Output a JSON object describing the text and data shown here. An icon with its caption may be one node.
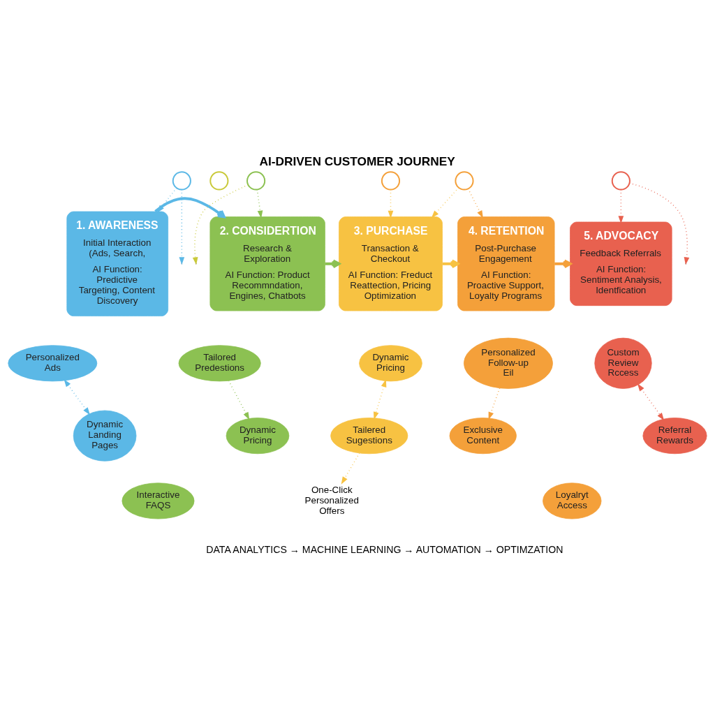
{
  "diagram": {
    "title": "AI-DRIVEN CUSTOMER JOURNEY",
    "nodes": [
      {
        "text": [
          "1. AWARENESS",
          "Initial Interaction (Ads, Search,",
          "AI Function: Predictive Targeting, Content Discovery"
        ]
      },
      {
        "text": [
          "2. CONSIDERTION",
          "Research & Exploration",
          "AI Function: Product Recommndation, Engines, Chatbots"
        ]
      },
      {
        "text": [
          "3. PURCHASE",
          "Transaction & Checkout",
          "AI Function: Freduct Reattection, Pricing Optimization"
        ]
      },
      {
        "text": [
          "4. RETENTION",
          "Post-Purchase Engagement",
          "AI Function: Proactive Support, Loyalty Programs"
        ]
      },
      {
        "text": [
          "5. ADVOCACY",
          "Feedback Referrals",
          "AI Function: Sentiment Analysis, Identfication"
        ]
      },
      {
        "text": [],
        "shape": "circle"
      },
      {
        "text": [],
        "shape": "circle"
      },
      {
        "text": [],
        "shape": "circle"
      },
      {
        "text": [],
        "shape": "circle"
      },
      {
        "text": [],
        "shape": "circle"
      },
      {
        "text": [],
        "shape": "circle"
      },
      {
        "text": [
          "Personalized Ads"
        ]
      },
      {
        "text": [
          "Dynamic Landing Pages"
        ]
      },
      {
        "text": [
          "Tailored Predestions"
        ]
      },
      {
        "text": [
          "Dynamic Pricing"
        ]
      },
      {
        "text": [
          "Interactive FAQS"
        ]
      },
      {
        "text": [
          "Dynamic Pricing"
        ]
      },
      {
        "text": [
          "Tailered Sugestions"
        ]
      },
      {
        "text": [
          "One-Click Personalized Offers"
        ]
      },
      {
        "text": [
          "Personalized Follow-up Eil"
        ]
      },
      {
        "text": [
          "Loyalryt Access"
        ]
      },
      {
        "text": [
          "Exclusive Content"
        ]
      },
      {
        "text": [
          "Custom Review Rccess"
        ]
      },
      {
        "text": [
          "Referral Rewards"
        ]
      }
    ],
    "edges": [
      {
        "from": 5,
        "to": 0,
        "arrow": "to",
        "style": "dashed",
        "color": "#5bb8e6"
      },
      {
        "from": 5,
        "to": null,
        "arrow": "to",
        "style": "dashed",
        "color": "#5bb8e6"
      },
      {
        "from": 7,
        "to": 1,
        "arrow": "to",
        "style": "dashed",
        "color": "#8cc152"
      },
      {
        "from": 7,
        "to": null,
        "arrow": "to",
        "style": "dashed",
        "color": "#c9c93a"
      },
      {
        "from": 8,
        "to": 2,
        "arrow": "to",
        "style": "dashed",
        "color": "#f7c242"
      },
      {
        "from": 9,
        "to": 2,
        "arrow": "to",
        "style": "dashed",
        "color": "#f7c242"
      },
      {
        "from": 9,
        "to": 3,
        "arrow": "to",
        "style": "dashed",
        "color": "#f4a03a"
      },
      {
        "from": 10,
        "to": null,
        "arrow": "to",
        "style": "dashed",
        "color": "#e8614f"
      },
      {
        "from": 10,
        "to": 4,
        "arrow": "to",
        "style": "dashed",
        "color": "#e8614f"
      },
      {
        "from": 0,
        "to": 1,
        "arrow": "to",
        "style": "thick",
        "color": "#5bb8e6"
      },
      {
        "from": 1,
        "to": 2,
        "arrow": "to",
        "style": "thick",
        "color": "#8cc152"
      },
      {
        "from": 2,
        "to": 3,
        "arrow": "to",
        "style": "thick",
        "color": "#f7c242"
      },
      {
        "from": 3,
        "to": 4,
        "arrow": "to",
        "style": "thick",
        "color": "#f4a03a"
      },
      {
        "from": 11,
        "to": 12,
        "arrow": "both",
        "style": "dashed",
        "color": "#5bb8e6"
      },
      {
        "from": 13,
        "to": 14,
        "arrow": "to",
        "style": "dashed",
        "color": "#8cc152"
      },
      {
        "from": 16,
        "to": 17,
        "arrow": "both",
        "style": "dashed",
        "color": "#f7c242"
      },
      {
        "from": 17,
        "to": 18,
        "arrow": "to",
        "style": "dashed",
        "color": "#f7c242"
      },
      {
        "from": 19,
        "to": 21,
        "arrow": "to",
        "style": "dashed",
        "color": "#f4a03a"
      },
      {
        "from": 22,
        "to": 23,
        "arrow": "both",
        "style": "dashed",
        "color": "#e8614f"
      }
    ],
    "labels": [
      "DATA ANALYTICS → MACHINE LEARNING → AUTOMATION → OPTIMZATION"
    ]
  }
}
